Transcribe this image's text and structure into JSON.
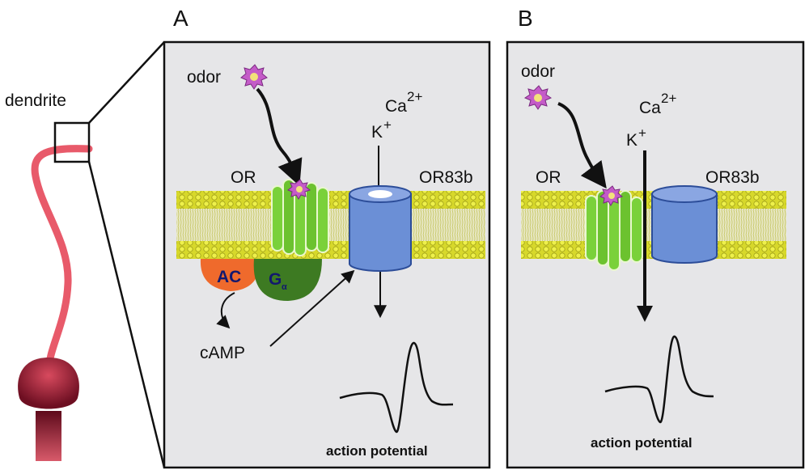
{
  "figure": {
    "left_label": "dendrite",
    "panel_a": {
      "letter": "A",
      "odor": "odor",
      "ion_ca": "Ca",
      "ion_ca_charge": "2+",
      "ion_k": "K",
      "ion_k_charge": "+",
      "receptor_or": "OR",
      "coreceptor": "OR83b",
      "enzyme_ac": "AC",
      "g_protein": "G",
      "g_protein_sub": "α",
      "second_messenger": "cAMP",
      "trace_label": "action potential"
    },
    "panel_b": {
      "letter": "B",
      "odor": "odor",
      "ion_ca": "Ca",
      "ion_ca_charge": "2+",
      "ion_k": "K",
      "ion_k_charge": "+",
      "receptor_or": "OR",
      "coreceptor": "OR83b",
      "trace_label": "action potential"
    }
  },
  "colors": {
    "panel_fill": "#e6e6e8",
    "membrane": "#d9d92a",
    "membrane_dark": "#a6a61a",
    "receptor": "#7ad13a",
    "receptor_dark": "#3f8f1c",
    "channel": "#6b8fd6",
    "channel_dark": "#2c4d99",
    "ac": "#ef6a2c",
    "g_protein": "#3d7a22",
    "label_blue": "#12186e",
    "neuron": "#e85a6a",
    "soma_dark": "#6e0f22",
    "odorant": "#c45bc8"
  }
}
